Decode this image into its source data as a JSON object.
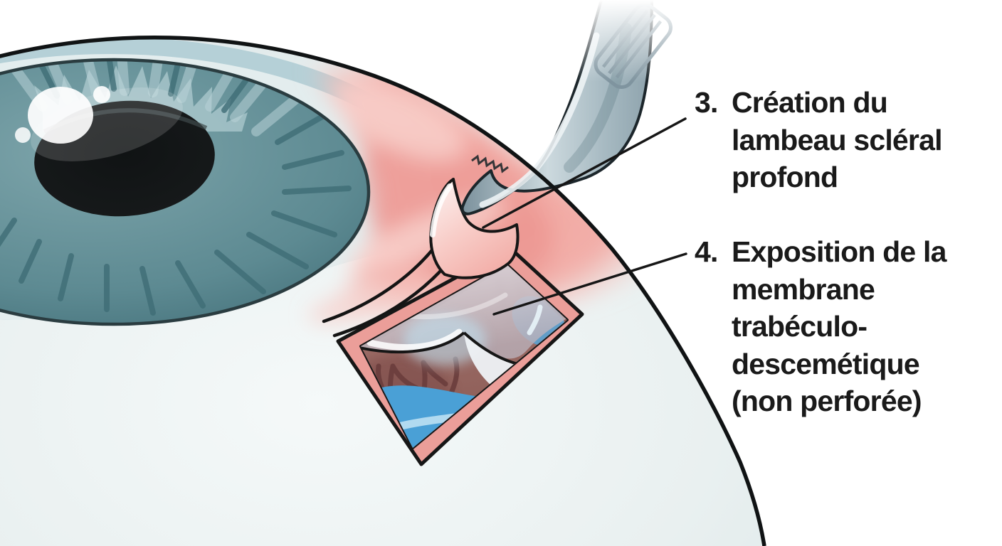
{
  "figure": {
    "type": "medical-illustration",
    "subject": "deep sclerectomy glaucoma surgery steps on an eye",
    "labels": [
      {
        "number": "3.",
        "lines": [
          "Création du",
          "lambeau scléral",
          "profond"
        ],
        "full_text": "Création du lambeau scléral profond"
      },
      {
        "number": "4.",
        "lines": [
          "Exposition de la",
          "membrane",
          "trabéculo-",
          "descemétique",
          "(non perforée)"
        ],
        "full_text": "Exposition de la membrane trabéculo-descemétique (non perforée)"
      }
    ],
    "colors": {
      "background": "#ffffff",
      "outline": "#141414",
      "sclera": "#e9efef",
      "iris_teal": "#5f8c94",
      "pupil": "#16191a",
      "cornea_ring_blue": "#b5d0d7",
      "limbus_pink": "#f0a8a2",
      "window_border_pink": "#eb9e99",
      "deep_tissue": "#8f605b",
      "aqueous_blue": "#4aa0d6",
      "membrane_gray": "#cfc8ce",
      "instrument_steel": "#b9c9d1",
      "label_text": "#1a1a1a"
    },
    "elements": [
      "eyeball",
      "iris",
      "pupil",
      "corneal-limbal-rings",
      "limbus-pink-region",
      "surgical-forceps",
      "scleral-flap",
      "scleral-window",
      "deep-scleral-bed",
      "trabeculo-descemetic-membrane",
      "aqueous-fluid",
      "leader-line-3",
      "leader-line-4"
    ]
  }
}
